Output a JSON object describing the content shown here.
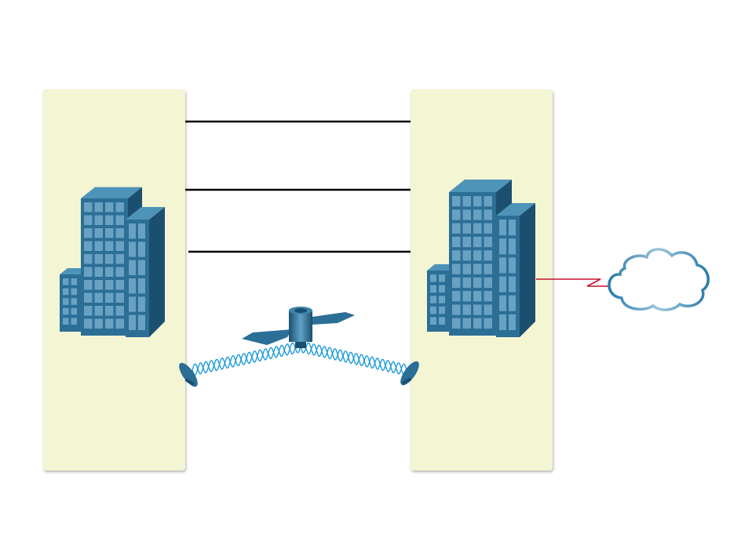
{
  "colors": {
    "site_panel": "#f3f5d3",
    "building_front": "#2b6e96",
    "building_side": "#1b4f70",
    "building_top": "#4e93b8",
    "window": "#7fb3d1",
    "link_line": "#000000",
    "wireless_wave": "#1e9bdc",
    "serial_link": "#c8102e",
    "cloud_stroke": "#3a88b5"
  },
  "diagram": {
    "sites": [
      "site-a",
      "site-b"
    ],
    "wired_links": 3,
    "satellite_link": true,
    "wan_cloud": true
  }
}
